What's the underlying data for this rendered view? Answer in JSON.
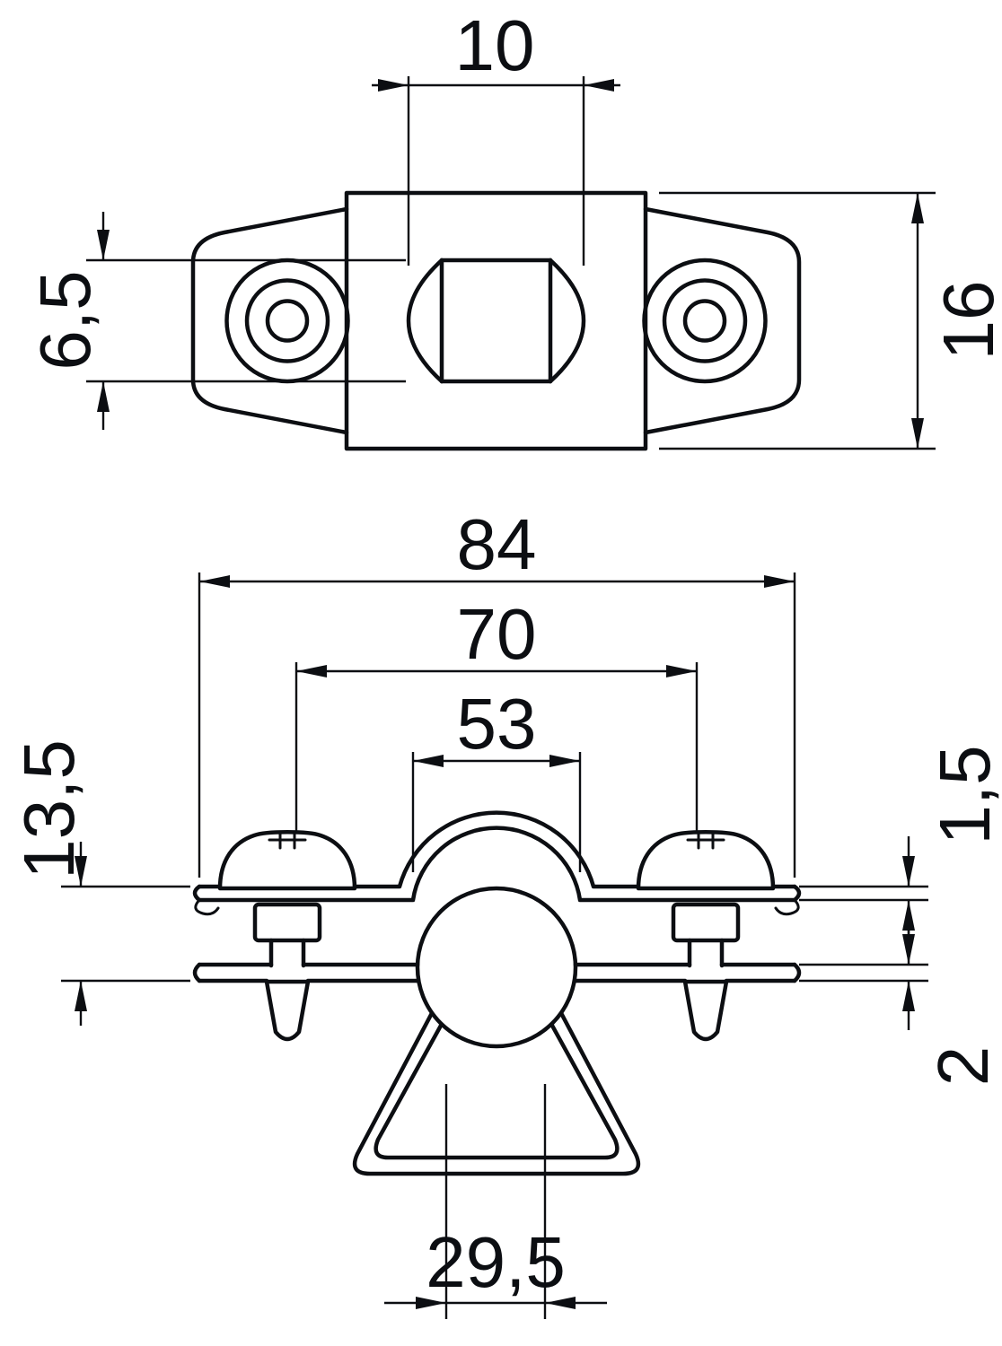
{
  "drawing": {
    "kind": "technical dimensional drawing",
    "background": "#ffffff",
    "line_color": "#0c0e12",
    "views": {
      "top": {
        "label": "top-view",
        "dim_slot_width": "10",
        "dim_hole_diameter": "6,5",
        "dim_body_height": "16"
      },
      "front": {
        "label": "front-view",
        "dim_overall_width": "84",
        "dim_screw_spacing": "70",
        "dim_saddle_width": "53",
        "dim_overall_height": "13,5",
        "dim_band_thickness": "1,5",
        "dim_strip_thickness": "2",
        "dim_strap_width": "29,5"
      }
    }
  }
}
